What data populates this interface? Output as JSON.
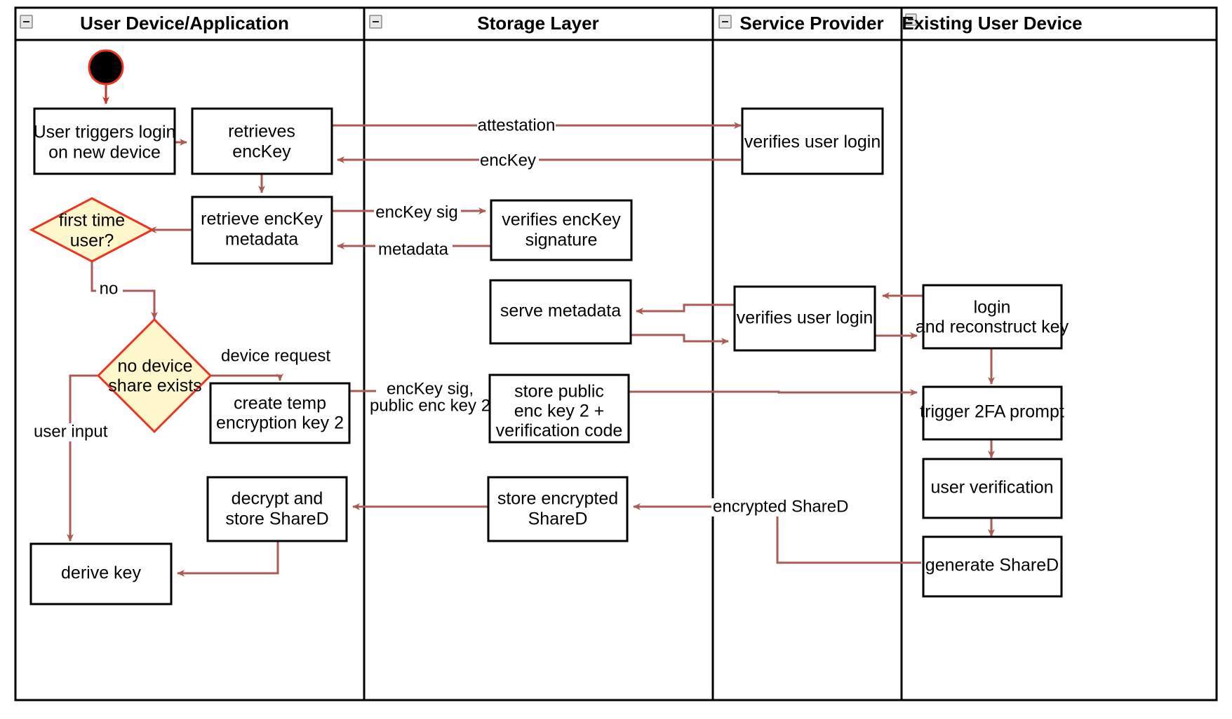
{
  "diagram": {
    "type": "uml-activity-swimlane",
    "title": "Key recovery / device onboarding activity diagram",
    "colors": {
      "lane_border": "#000000",
      "node_border": "#000000",
      "node_fill": "#ffffff",
      "decision_fill": "#fff7cc",
      "decision_border": "#ee3322",
      "flow_arrow": "#ab5b55",
      "start_node_fill": "#000000",
      "start_node_ring": "#ee3322",
      "text": "#000000"
    }
  },
  "lanes": [
    {
      "id": "user-device",
      "label": "User Device/Application",
      "collapse_icon": "minus-icon"
    },
    {
      "id": "storage-layer",
      "label": "Storage Layer",
      "collapse_icon": "minus-icon"
    },
    {
      "id": "service-provider",
      "label": "Service Provider",
      "collapse_icon": "minus-icon"
    },
    {
      "id": "existing-user-device",
      "label": "Existing User Device",
      "collapse_icon": "minus-icon"
    }
  ],
  "nodes": {
    "start": {
      "kind": "initial-node",
      "label": ""
    },
    "user_triggers_login": {
      "kind": "action",
      "lane": "user-device",
      "lines": [
        "User triggers login",
        "on new device"
      ]
    },
    "retrieves_enckey": {
      "kind": "action",
      "lane": "user-device",
      "lines": [
        "retrieves",
        "encKey"
      ]
    },
    "retrieve_enckey_metadata": {
      "kind": "action",
      "lane": "user-device",
      "lines": [
        "retrieve encKey",
        "metadata"
      ]
    },
    "first_time_user": {
      "kind": "decision",
      "lane": "user-device",
      "lines": [
        "first time",
        "user?"
      ]
    },
    "no_device_share_exists": {
      "kind": "decision",
      "lane": "user-device",
      "lines": [
        "no device",
        "share exists"
      ]
    },
    "create_temp_encryption_key_2": {
      "kind": "action",
      "lane": "user-device",
      "lines": [
        "create temp",
        "encryption key 2"
      ]
    },
    "decrypt_and_store_shared": {
      "kind": "action",
      "lane": "user-device",
      "lines": [
        "decrypt and",
        "store ShareD"
      ]
    },
    "derive_key": {
      "kind": "action",
      "lane": "user-device",
      "lines": [
        "derive key"
      ]
    },
    "verifies_enckey_signature": {
      "kind": "action",
      "lane": "storage-layer",
      "lines": [
        "verifies encKey",
        "signature"
      ]
    },
    "serve_metadata": {
      "kind": "action",
      "lane": "storage-layer",
      "lines": [
        "serve metadata"
      ]
    },
    "store_public_enc_key_2": {
      "kind": "action",
      "lane": "storage-layer",
      "lines": [
        "store public",
        "enc key 2 +",
        "verification code"
      ]
    },
    "store_encrypted_shared": {
      "kind": "action",
      "lane": "storage-layer",
      "lines": [
        "store encrypted",
        "ShareD"
      ]
    },
    "verifies_user_login_1": {
      "kind": "action",
      "lane": "service-provider",
      "lines": [
        "verifies user login"
      ]
    },
    "verifies_user_login_2": {
      "kind": "action",
      "lane": "service-provider",
      "lines": [
        "verifies user login"
      ]
    },
    "login_and_reconstruct_key": {
      "kind": "action",
      "lane": "existing-user-device",
      "lines": [
        "login",
        "and reconstruct key"
      ]
    },
    "trigger_2fa_prompt": {
      "kind": "action",
      "lane": "existing-user-device",
      "lines": [
        "trigger 2FA prompt"
      ]
    },
    "user_verification": {
      "kind": "action",
      "lane": "existing-user-device",
      "lines": [
        "user verification"
      ]
    },
    "generate_shared": {
      "kind": "action",
      "lane": "existing-user-device",
      "lines": [
        "generate ShareD"
      ]
    }
  },
  "edge_labels": {
    "attestation": "attestation",
    "enckey": "encKey",
    "enckey_sig": "encKey sig",
    "metadata": "metadata",
    "no": "no",
    "device_request": "device request",
    "user_input": "user input",
    "enckey_sig_pubkey2_line1": "encKey sig,",
    "enckey_sig_pubkey2_line2": "public enc key 2",
    "encrypted_shared": "encrypted ShareD"
  }
}
